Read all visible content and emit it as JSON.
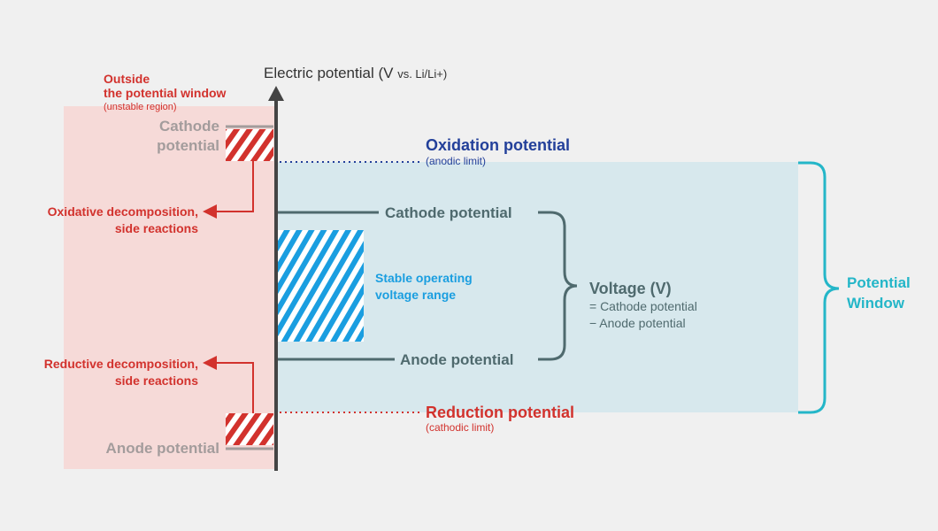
{
  "axis": {
    "title_main": "Electric potential (V ",
    "title_unit": "vs. Li/Li+)"
  },
  "outside": {
    "title_line1": "Outside",
    "title_line2": "the potential window",
    "subtitle": "(unstable region)",
    "cathode_line1": "Cathode",
    "cathode_line2": "potential",
    "anode": "Anode potential",
    "oxidative_line1": "Oxidative decomposition,",
    "oxidative_line2": "side reactions",
    "reductive_line1": "Reductive decomposition,",
    "reductive_line2": "side reactions"
  },
  "window": {
    "oxidation_title": "Oxidation potential",
    "oxidation_sub": "(anodic limit)",
    "reduction_title": "Reduction potential",
    "reduction_sub": "(cathodic limit)",
    "cathode": "Cathode potential",
    "anode": "Anode potential",
    "stable_line1": "Stable operating",
    "stable_line2": "voltage range",
    "voltage_title": "Voltage (V)",
    "voltage_line1": "= Cathode potential",
    "voltage_line2": "− Anode potential",
    "potential_window_line1": "Potential",
    "potential_window_line2": "Window"
  },
  "colors": {
    "background": "#f0f0f0",
    "unstable_region": "#f6dad8",
    "stable_region": "#d7e8ed",
    "red": "#d2322d",
    "slate": "#4f6a6e",
    "navy": "#23409a",
    "sky": "#1a9ee0",
    "teal": "#24b6c8",
    "axis": "#444444"
  }
}
